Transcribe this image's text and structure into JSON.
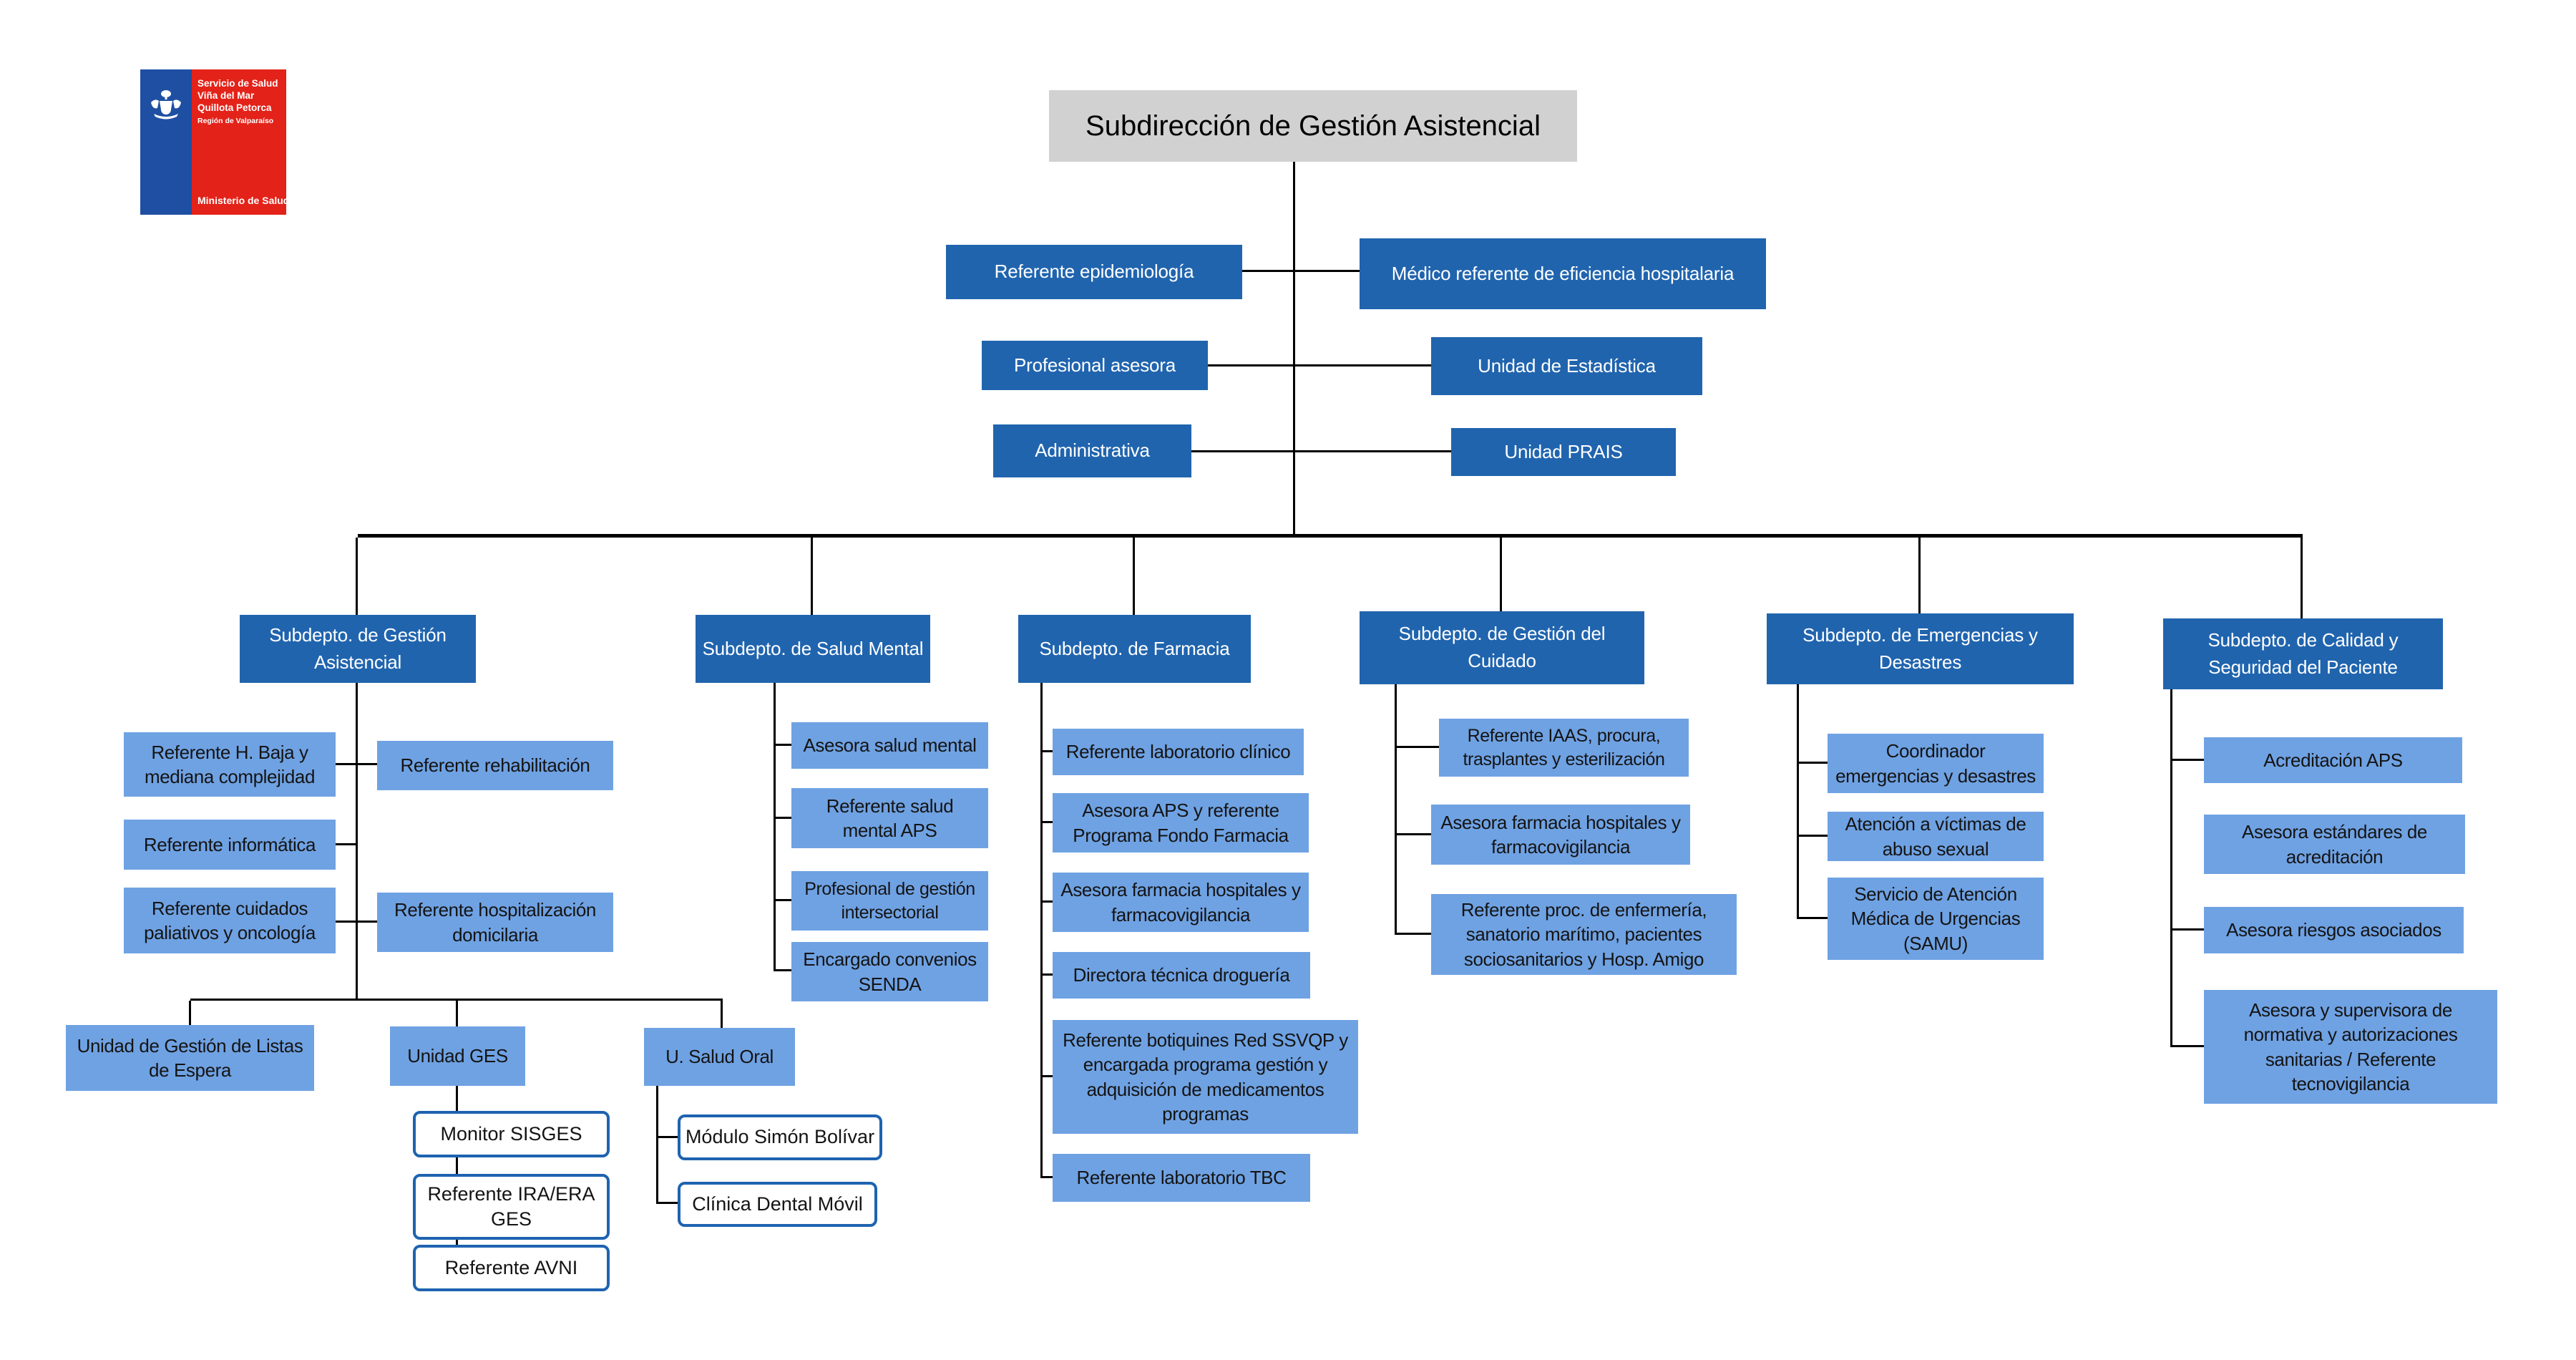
{
  "logo": {
    "service_line1": "Servicio de Salud",
    "service_line2": "Viña del Mar",
    "service_line3": "Quillota Petorca",
    "region": "Región de Valparaíso",
    "ministry": "Ministerio de Salud"
  },
  "root": {
    "title": "Subdirección de Gestión Asistencial"
  },
  "staff_rows": [
    {
      "left": "Referente epidemiología",
      "right": "Médico referente de eficiencia hospitalaria"
    },
    {
      "left": "Profesional asesora",
      "right": "Unidad de Estadística"
    },
    {
      "left": "Administrativa",
      "right": "Unidad PRAIS"
    }
  ],
  "departments": [
    {
      "name": "Subdepto. de Gestión Asistencial",
      "left": [
        "Referente H. Baja y mediana complejidad",
        "Referente informática",
        "Referente cuidados paliativos y oncología"
      ],
      "right": [
        "Referente rehabilitación",
        "Referente hospitalización domicilaria"
      ],
      "units": [
        {
          "name": "Unidad de Gestión de Listas de Espera",
          "children": []
        },
        {
          "name": "Unidad GES",
          "children": [
            "Monitor SISGES",
            "Referente IRA/ERA GES",
            "Referente AVNI"
          ]
        },
        {
          "name": "U. Salud Oral",
          "children": [
            "Módulo Simón Bolívar",
            "Clínica Dental Móvil"
          ]
        }
      ]
    },
    {
      "name": "Subdepto. de Salud Mental",
      "children": [
        "Asesora salud mental",
        "Referente salud mental APS",
        "Profesional de gestión intersectorial",
        "Encargado convenios SENDA"
      ]
    },
    {
      "name": "Subdepto. de Farmacia",
      "children": [
        "Referente laboratorio clínico",
        "Asesora APS y referente Programa Fondo Farmacia",
        "Asesora farmacia hospitales y farmacovigilancia",
        "Directora técnica droguería",
        "Referente botiquines Red SSVQP y encargada programa gestión y adquisición de medicamentos programas",
        "Referente laboratorio TBC"
      ]
    },
    {
      "name": "Subdepto. de Gestión del Cuidado",
      "children": [
        "Referente IAAS, procura, trasplantes y esterilización",
        "Asesora farmacia hospitales y farmacovigilancia",
        "Referente proc. de enfermería, sanatorio marítimo, pacientes sociosanitarios y Hosp. Amigo"
      ]
    },
    {
      "name": "Subdepto. de Emergencias y Desastres",
      "children": [
        "Coordinador emergencias y desastres",
        "Atención a víctimas de abuso sexual",
        "Servicio de Atención Médica de Urgencias (SAMU)"
      ]
    },
    {
      "name": "Subdepto. de Calidad y Seguridad del Paciente",
      "children": [
        "Acreditación APS",
        "Asesora estándares de acreditación",
        "Asesora riesgos asociados",
        "Asesora y supervisora de normativa y autorizaciones sanitarias / Referente tecnovigilancia"
      ]
    }
  ],
  "colors": {
    "dept_box": "#2064AE",
    "child_box": "#6FA2E3",
    "root_box": "#D1D1D1",
    "outline_border": "#1E63B0",
    "connector": "#000000",
    "logo_blue": "#1F4FA3",
    "logo_red": "#E32219"
  }
}
